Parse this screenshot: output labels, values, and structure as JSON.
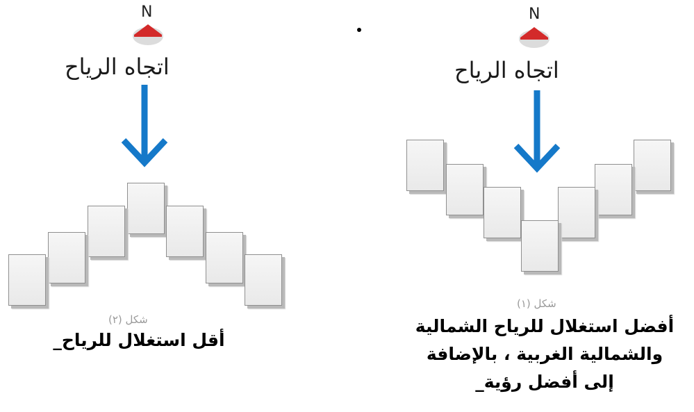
{
  "left_figure": {
    "north": "N",
    "wind_direction_label": "اتجاه الرياح",
    "caption": "شكل (٢)",
    "description_lines": [
      "_أقل استغلال للرياح"
    ],
    "icons": [
      "compass-north-icon",
      "wind-arrow-down-icon"
    ]
  },
  "right_figure": {
    "north": "N",
    "wind_direction_label": "اتجاه الرياح",
    "caption": "شكل (١)",
    "description_lines": [
      "أفضل استغلال للرياح الشمالية",
      "والشمالية الغربية ، بالإضافة",
      "_إلى أفضل رؤية"
    ],
    "icons": [
      "compass-north-icon",
      "wind-arrow-down-icon"
    ]
  },
  "colors": {
    "compass_red": "#d32a2a",
    "arrow_blue": "#1579c9",
    "block_fill": "#efefef",
    "caption_gray": "#9a9a9a"
  }
}
